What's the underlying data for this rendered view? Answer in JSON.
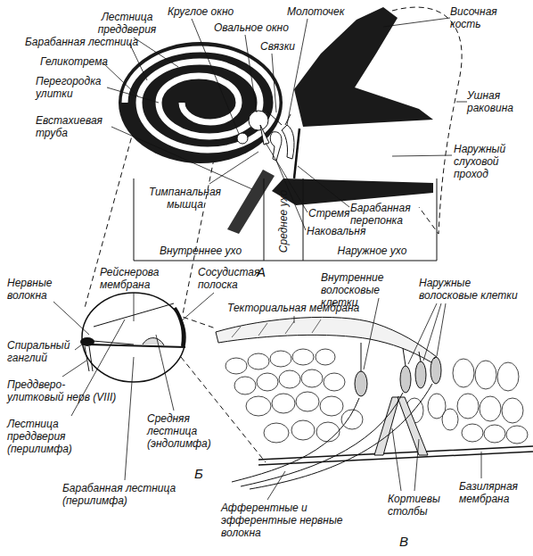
{
  "diagram": {
    "labels": [
      "Лестница преддверия",
      "Круглое окно",
      "Овальное окно",
      "Молоточек",
      "Связки",
      "Височная кость",
      "Барабанная лестница",
      "Геликотрема",
      "Перегородка улитки",
      "Ушная раковина",
      "Евстахиевая труба",
      "Наружный слуховой проход",
      "Тимпанальная мышца",
      "Барабанная перепонка",
      "Стремя",
      "Наковальня",
      "Среднее ухо",
      "Внутреннее ухо",
      "Наружное ухо",
      "А",
      "Нервные волокна",
      "Рейснерова мембрана",
      "Сосудистая полоска",
      "Спиральный ганглий",
      "Преддверо-улитковый нерв (VIII)",
      "Лестница преддверия (перилимфа)",
      "Средняя лестница (эндолимфа)",
      "Барабанная лестница (перилимфа)",
      "Б",
      "Текториальная мембрана",
      "Внутренние волосковые клетки",
      "Наружные волосковые клетки",
      "Афферентные и эфферентные нервные волокна",
      "Кортиевы столбы",
      "Базилярная мембрана",
      "В"
    ]
  }
}
